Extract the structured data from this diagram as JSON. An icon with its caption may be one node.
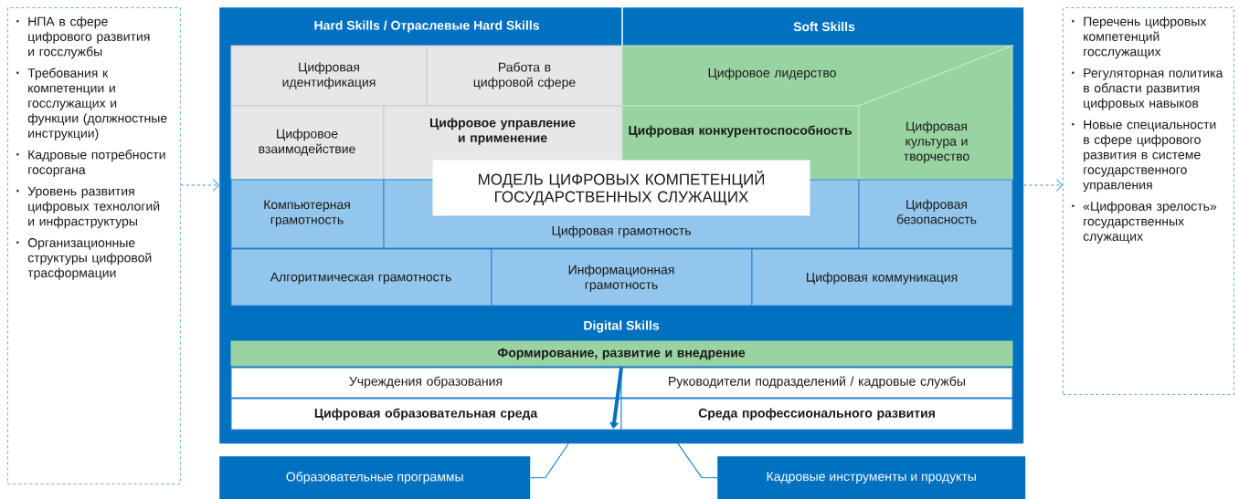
{
  "diagram": {
    "nodes": [
      {
        "text": [
          "НПА в сфере цифрового развития и госслужбы",
          "Требования к компетенции и госслужащих и функции (должностные инструкции)",
          "Кадровые потребности госоргана",
          "Уровень развития цифровых технологий и инфраструктуры",
          "Организационные структуры цифровой трасформации"
        ]
      },
      {
        "text": [
          "Hard Skills / Отраслевые Hard Skills",
          "Soft Skills",
          "Digital Skills"
        ]
      },
      {
        "text": [
          "Перечень цифровых компетенций госслужащих",
          "Регуляторная политика в области развития цифровых навыков",
          "Новые специальности в сфере цифрового развития в системе государственного управления",
          "«Цифровая зрелость» государственных служащих"
        ]
      },
      {
        "text": [
          "Цифровая идентификация"
        ],
        "in": 1
      },
      {
        "text": [
          "Работа в цифровой сфере"
        ],
        "in": 1
      },
      {
        "text": [
          "Цифровое лидерство"
        ],
        "in": 1
      },
      {
        "text": [
          "Цифровое взаимодействие"
        ],
        "in": 1
      },
      {
        "text": [
          "Цифровое управление и применение"
        ],
        "in": 1
      },
      {
        "text": [
          "Цифровая конкурентоспособность"
        ],
        "in": 1
      },
      {
        "text": [
          "Цифровая культура и творчество"
        ],
        "in": 1
      },
      {
        "text": [
          "МОДЕЛЬ ЦИФРОВЫХ КОМПЕТЕНЦИЙ ГОСУДАРСТВЕННЫХ СЛУЖАЩИХ"
        ],
        "in": 1
      },
      {
        "text": [
          "Компьютерная грамотность"
        ],
        "in": 1
      },
      {
        "text": [
          "Цифровая грамотность"
        ],
        "in": 1
      },
      {
        "text": [
          "Цифровая безопасность"
        ],
        "in": 1
      },
      {
        "text": [
          "Алгоритмическая грамотность"
        ],
        "in": 1
      },
      {
        "text": [
          "Информационная грамотность"
        ],
        "in": 1
      },
      {
        "text": [
          "Цифровая коммуникация"
        ],
        "in": 1
      },
      {
        "text": [
          "Формирование, развитие и внедрение"
        ],
        "in": 1
      },
      {
        "text": [
          "Учреждения образования"
        ],
        "in": 1
      },
      {
        "text": [
          "Руководители подразделений / кадровые службы"
        ],
        "in": 1
      },
      {
        "text": [
          "Цифровая образовательная среда"
        ],
        "in": 1
      },
      {
        "text": [
          "Среда профессионального развития"
        ],
        "in": 1
      },
      {
        "text": [
          "Образовательные программы"
        ]
      },
      {
        "text": [
          "Кадровые инструменты и продукты"
        ]
      }
    ],
    "edges": [
      {
        "from": 0,
        "to": 1,
        "arrow": "to",
        "style": "dashed",
        "color": "#3a8fd6"
      },
      {
        "from": 1,
        "to": 2,
        "arrow": "to",
        "style": "dashed",
        "color": "#3a8fd6"
      },
      {
        "from": 1,
        "to": 22,
        "arrow": "none"
      },
      {
        "from": 1,
        "to": 23,
        "arrow": "none"
      },
      {
        "from": 17,
        "to": 20,
        "arrow": "to",
        "style": "thick"
      }
    ]
  }
}
